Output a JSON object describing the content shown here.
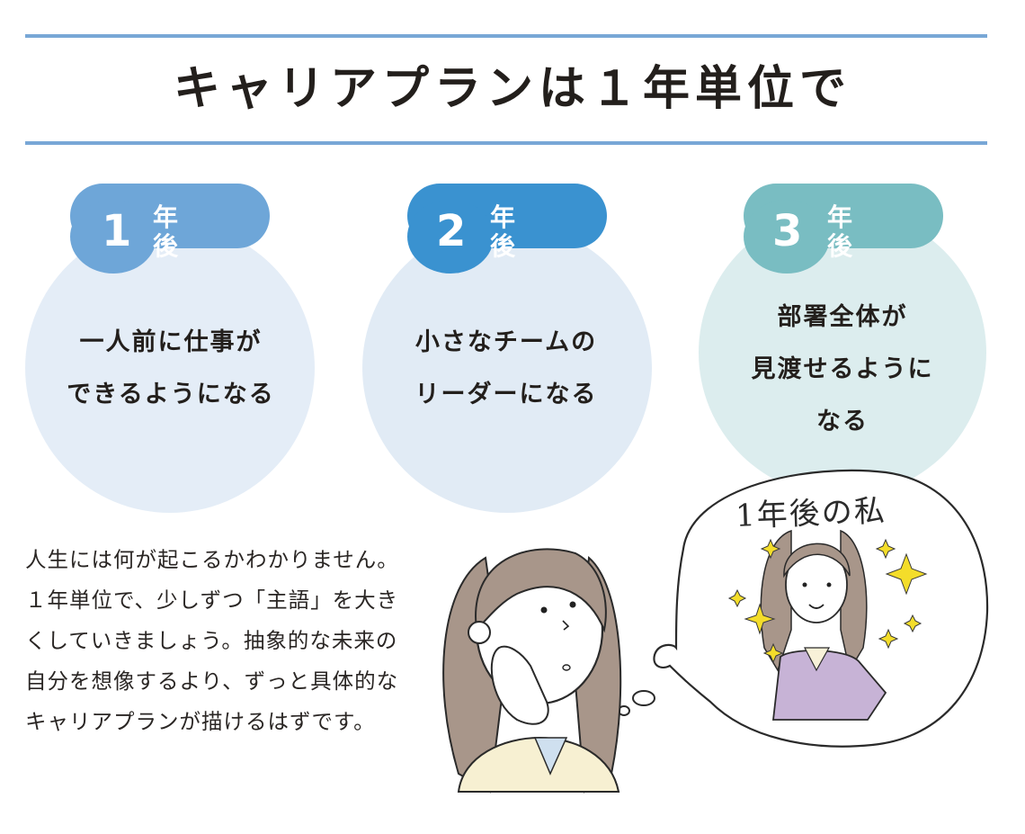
{
  "header": {
    "title": "キャリアプランは１年単位で"
  },
  "colors": {
    "rule": "#78a7d6",
    "step1_badge": "#6ea6d8",
    "step1_circle": "#e4edf7",
    "step2_badge": "#3a92d0",
    "step2_circle": "#e1ebf5",
    "step3_badge": "#79bdc2",
    "step3_circle": "#dcedee"
  },
  "steps": [
    {
      "number": "1",
      "unit": "年後",
      "lines": [
        "一人前に仕事が",
        "できるようになる"
      ]
    },
    {
      "number": "2",
      "unit": "年後",
      "lines": [
        "小さなチームの",
        "リーダーになる"
      ]
    },
    {
      "number": "3",
      "unit": "年後",
      "lines": [
        "部署全体が",
        "見渡せるように",
        "なる"
      ]
    }
  ],
  "body": {
    "lines": [
      "人生には何が起こるかわかりません。",
      "１年単位で、少しずつ「主語」を大き",
      "くしていきましょう。抽象的な未来の",
      "自分を想像するより、ずっと具体的な",
      "キャリアプランが描けるはずです。"
    ]
  },
  "illustration": {
    "thought_bubble_label": "1年後の私",
    "description": "woman thinking with hand on cheek, imagining her future self"
  }
}
